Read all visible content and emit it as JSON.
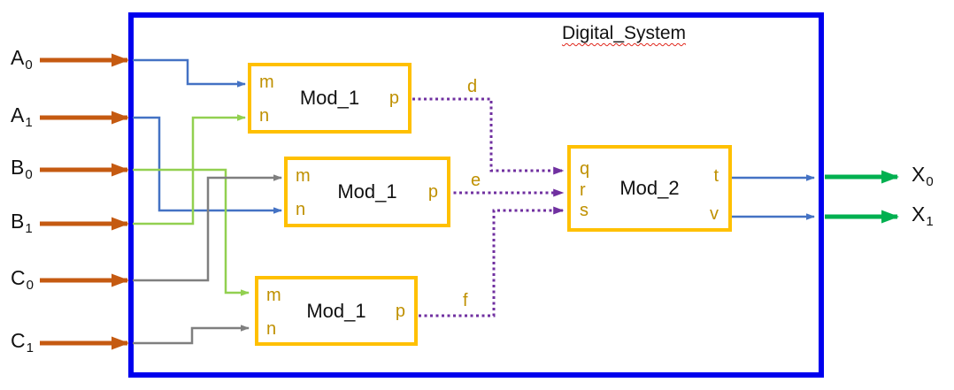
{
  "system": {
    "title": "Digital_System"
  },
  "inputs": [
    {
      "name": "A",
      "sub": "0"
    },
    {
      "name": "A",
      "sub": "1"
    },
    {
      "name": "B",
      "sub": "0"
    },
    {
      "name": "B",
      "sub": "1"
    },
    {
      "name": "C",
      "sub": "0"
    },
    {
      "name": "C",
      "sub": "1"
    }
  ],
  "outputs": [
    {
      "name": "X",
      "sub": "0"
    },
    {
      "name": "X",
      "sub": "1"
    }
  ],
  "modules": [
    {
      "name": "Mod_1",
      "ports": {
        "in1": "m",
        "in2": "n",
        "out": "p"
      }
    },
    {
      "name": "Mod_1",
      "ports": {
        "in1": "m",
        "in2": "n",
        "out": "p"
      }
    },
    {
      "name": "Mod_1",
      "ports": {
        "in1": "m",
        "in2": "n",
        "out": "p"
      }
    },
    {
      "name": "Mod_2",
      "ports": {
        "in1": "q",
        "in2": "r",
        "in3": "s",
        "out1": "t",
        "out2": "v"
      }
    }
  ],
  "nets": [
    {
      "label": "d"
    },
    {
      "label": "e"
    },
    {
      "label": "f"
    }
  ],
  "colors": {
    "system_border": "#0000EE",
    "module_border": "#FFC000",
    "input_arrow": "#C55A11",
    "output_arrow": "#00B050",
    "wire_blue": "#4472C4",
    "wire_green": "#92D050",
    "wire_gray": "#7F7F7F",
    "net_purple": "#7030A0",
    "port_text": "#BF9000",
    "spellcheck_underline": "#E0261B",
    "label_text": "#111111"
  }
}
